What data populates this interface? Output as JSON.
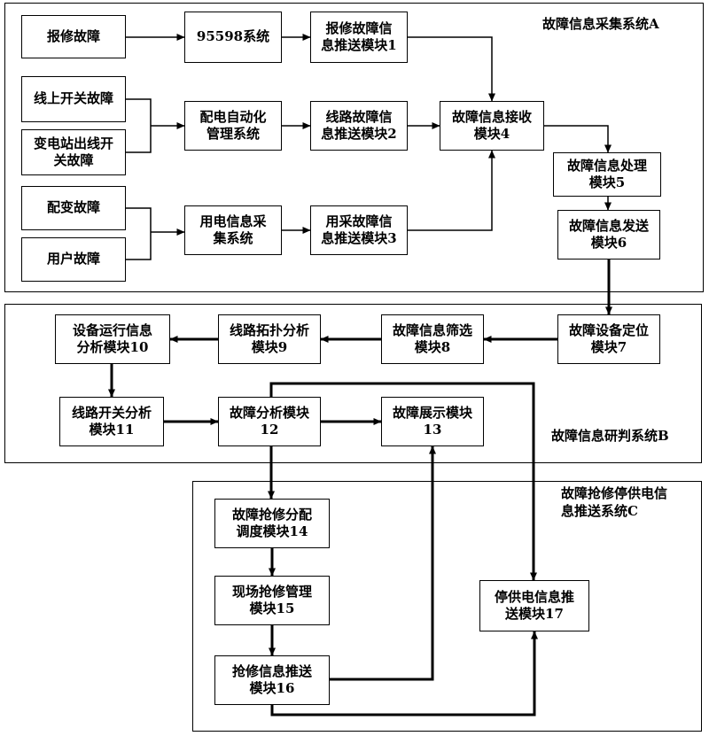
{
  "systems": {
    "a": "故障信息采集系统A",
    "b": "故障信息研判系统B",
    "c": "故障抢修停供电信\n息推送系统C"
  },
  "boxes": {
    "b_repair_fault": "报修故障",
    "b_95598": "95598系统",
    "b_push1": "报修故障信\n息推送模块1",
    "b_line_switch": "线上开关故障",
    "b_substation": "变电站出线开\n关故障",
    "b_dist_auto": "配电自动化\n管理系统",
    "b_push2": "线路故障信\n息推送模块2",
    "b_receive4": "故障信息接收\n模块4",
    "b_transformer": "配变故障",
    "b_user_fault": "用户故障",
    "b_collect_sys": "用电信息采\n集系统",
    "b_push3": "用采故障信\n息推送模块3",
    "b_process5": "故障信息处理\n模块5",
    "b_send6": "故障信息发送\n模块6",
    "b_locate7": "故障设备定位\n模块7",
    "b_filter8": "故障信息筛选\n模块8",
    "b_topo9": "线路拓扑分析\n模块9",
    "b_device10": "设备运行信息\n分析模块10",
    "b_switch11": "线路开关分析\n模块11",
    "b_analysis12": "故障分析模块\n12",
    "b_display13": "故障展示模块\n13",
    "b_dispatch14": "故障抢修分配\n调度模块14",
    "b_site15": "现场抢修管理\n模块15",
    "b_push16": "抢修信息推送\n模块16",
    "b_power17": "停供电信息推\n送模块17"
  }
}
